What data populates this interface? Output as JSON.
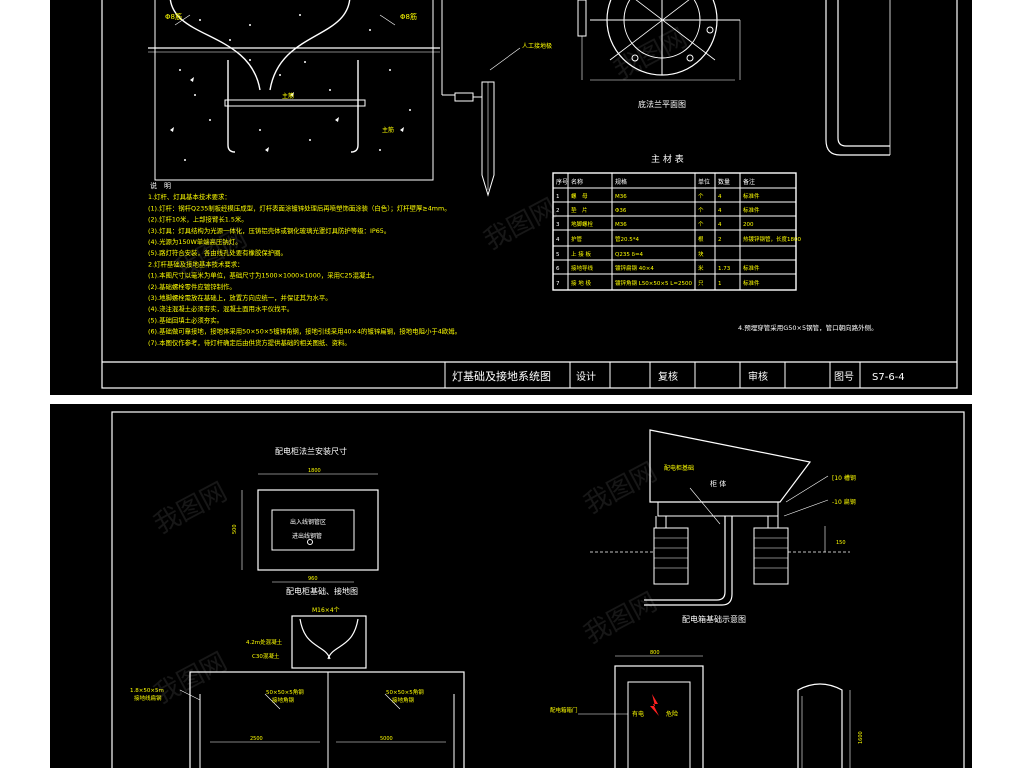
{
  "sheet1": {
    "labels": {
      "rebar_left": "Φ8筋",
      "rebar_right": "Φ8筋",
      "rebar_mid": "主筋",
      "rebar_bottom": "主筋",
      "ground_connector": "人工接地极",
      "flange_title": "底法兰平面图"
    },
    "material_table": {
      "title": "主 材 表",
      "headers": [
        "序号",
        "名称",
        "规格",
        "单位",
        "数量",
        "备注"
      ],
      "rows": [
        [
          "1",
          "螺　母",
          "M36",
          "个",
          "4",
          "标准件"
        ],
        [
          "2",
          "垫　片",
          "Φ36",
          "个",
          "4",
          "标准件"
        ],
        [
          "3",
          "地脚螺栓",
          "M36",
          "个",
          "4",
          "200"
        ],
        [
          "4",
          "护管",
          "管20.5*4",
          "根",
          "2",
          "热镀锌钢管，长度1800"
        ],
        [
          "5",
          "上 接 板",
          "Q235 δ=4",
          "块",
          "",
          ""
        ],
        [
          "6",
          "接地导线",
          "镀锌扁钢 40×4",
          "米",
          "1.73",
          "标准件"
        ],
        [
          "7",
          "接 地 极",
          "镀锌角钢 L50×50×5 L=2500",
          "只",
          "1",
          "标准件"
        ]
      ]
    },
    "notes": [
      "说　明",
      "1.灯杆、灯具基本技术要求：",
      "(1).灯杆：钢杆Q235制板经模压成型，灯杆表面涂镀锌处理后再喷塑饰面涂装（白色）；灯杆壁厚≥4mm。",
      "(2).灯杆10米，上部接臂长1.5米。",
      "(3).灯具：灯具结构为光源一体化，压铸铝壳体或钢化玻璃光罩灯具防护等级：IP65。",
      "(4).光源为150W单端高压钠灯。",
      "(5).路灯符合安装，各由线孔处要有橡胶保护圈。",
      "2.灯杆基础及接地基本技术要求：",
      "(1).本图尺寸以毫米为单位，基础尺寸为1500×1000×1000，采用C25混凝土。",
      "(2).基础螺栓零件应镀锌制作。",
      "(3).地脚螺栓需放在基础上，放置方向应统一，并保证其为水平。",
      "(4).浇注混凝土必须夯实，混凝土面用水平仪找平。",
      "(5).基础回填土必须夯实。",
      "(6).基础做可靠接地，接地体采用50×50×5镀锌角钢，接地引线采用40×4的镀锌扁钢，接地电阻小于4欧姆。",
      "(7).本图仅作参考，待灯杆确定后由供货方提供基础的相关图纸、资料。"
    ],
    "side_note": "4.预埋穿管采用G50×5钢管，管口朝向路外侧。",
    "title_block": {
      "drawing_title": "灯基础及接地系统图",
      "design": "设计",
      "check": "复核",
      "review": "审核",
      "number_label": "图号",
      "number_value": "S7-6-4"
    }
  },
  "sheet2": {
    "flange_title": "配电柜法兰安装尺寸",
    "dim_width": "1800",
    "dim_height": "500",
    "dim_inner": "960",
    "box_text_1": "出入线钢管区",
    "box_text_2": "进出线钢管",
    "foundation_title": "配电柜基础、接地图",
    "foundation_note": "M16×4个",
    "left_labels": [
      "4.2m处混凝土",
      "C30混凝土"
    ],
    "pipe_label_left": "1.8×50×5m",
    "pipe_label_left2": "接地线扁钢",
    "pipe_label_mid": "50×50×5角钢",
    "pipe_label_mid2": "接地角钢",
    "pipe_label_right": "50×50×5角钢",
    "pipe_label_right2": "接地角钢",
    "dim_bottom_1": "2500",
    "dim_bottom_2": "5000",
    "cabinet_labels": {
      "top_left": "配电柜基础",
      "body": "柜 体",
      "right_1": "[10 槽钢",
      "right_2": "-10 扁钢",
      "dim": "150"
    },
    "cabinet_title": "配电箱基础示意图",
    "panel_dim": "800",
    "panel_label": "配电箱箱门",
    "warn_1": "有电",
    "warn_2": "危险",
    "dim_right": "1600"
  },
  "watermark": "我图网"
}
